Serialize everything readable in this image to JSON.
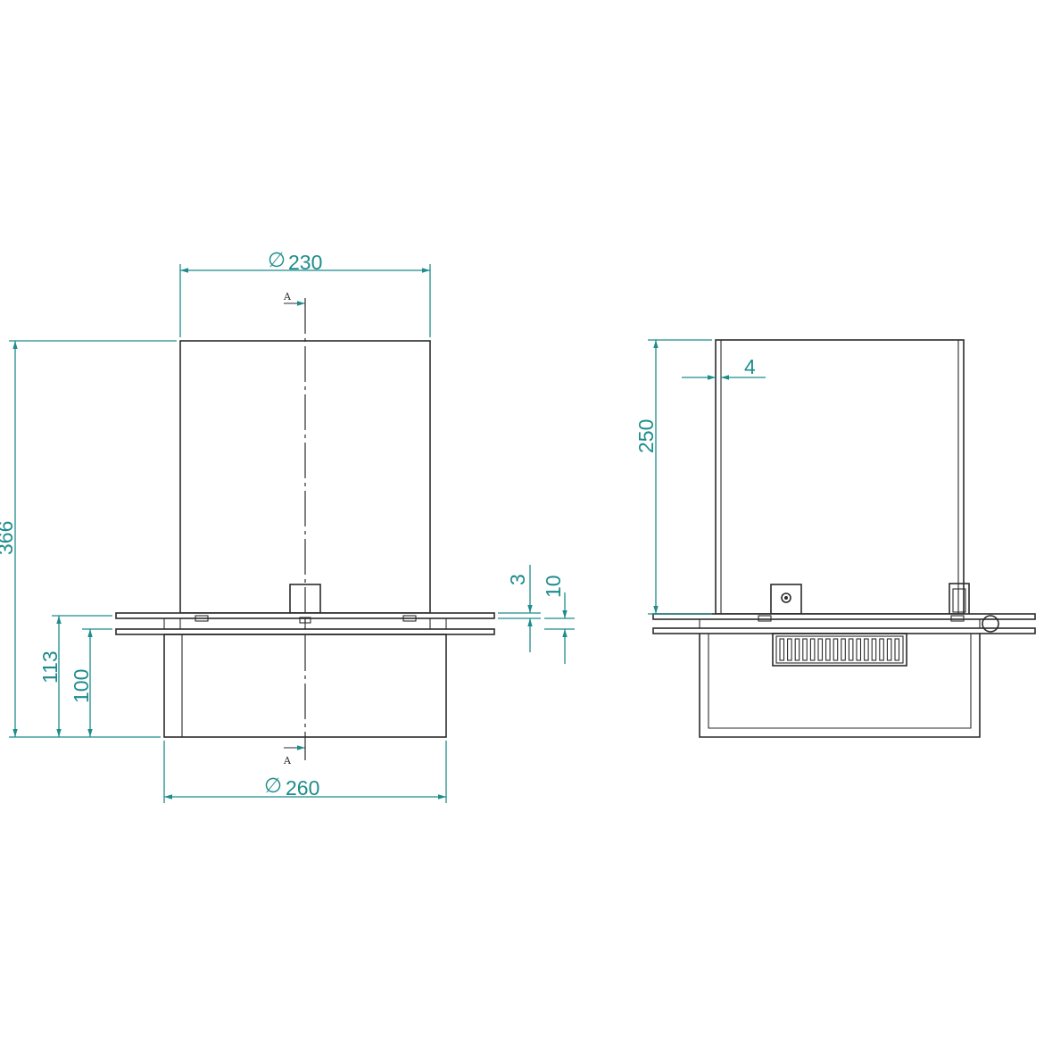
{
  "front_view": {
    "top_diameter": "230",
    "bottom_diameter": "260",
    "diameter_symbol": "∅",
    "total_height": "366",
    "lower_height_outer": "113",
    "lower_height_inner": "100",
    "glass_thickness": "3",
    "glass_gap": "10",
    "section_mark_top": "A",
    "section_mark_bottom": "A"
  },
  "side_view": {
    "wall_thickness": "4",
    "glass_height": "250"
  },
  "colors": {
    "dimension": "#1e8c8c",
    "outline": "#2b2b2b"
  }
}
